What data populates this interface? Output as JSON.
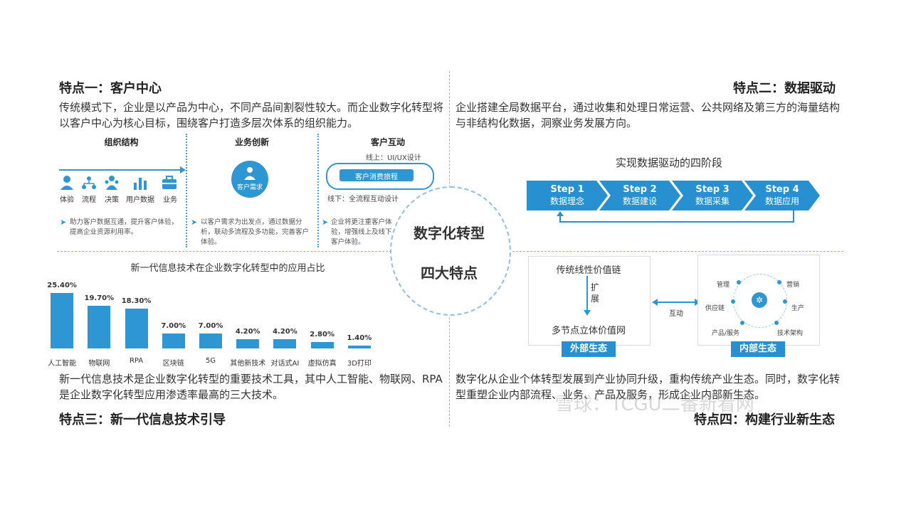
{
  "colors": {
    "accent": "#2790d0",
    "bar": "#2f96d4"
  },
  "features": {
    "f1": {
      "title": "特点一：客户中心",
      "desc": "传统模式下，企业是以产品为中心，不同产品间割裂性较大。而企业数字化转型将以客户中心为核心目标，围绕客户打造多层次体系的组织能力。",
      "org": {
        "heading": "组织结构",
        "icons": [
          {
            "label": "体验",
            "icon": "user-icon"
          },
          {
            "label": "流程",
            "icon": "flow-icon"
          },
          {
            "label": "决策",
            "icon": "decision-icon"
          },
          {
            "label": "用户数据",
            "icon": "bar-data-icon"
          },
          {
            "label": "业务",
            "icon": "briefcase-icon"
          }
        ],
        "note": "助力客户数据互通，提升客户体验，提高企业资源利用率。"
      },
      "biz": {
        "heading": "业务创新",
        "circle_label": "客户需求",
        "note": "以客户需求为出发点，通过数据分析，联动多流程及多功能，完善客户体验。"
      },
      "cust": {
        "heading": "客户互动",
        "online": "线上：UI/UX设计",
        "journey": "客户消费旅程",
        "offline": "线下：全流程互动设计",
        "note": "企业将更注重客户体验，增强线上及线下客户体验。"
      }
    },
    "f2": {
      "title": "特点二：数据驱动",
      "desc": "企业搭建全局数据平台，通过收集和处理日常运营、公共网络及第三方的海量结构与非结构化数据，洞察业务发展方向。",
      "stages_title": "实现数据驱动的四阶段",
      "steps": [
        {
          "label": "Step 1",
          "name": "数据理念"
        },
        {
          "label": "Step 2",
          "name": "数据建设"
        },
        {
          "label": "Step 3",
          "name": "数据采集"
        },
        {
          "label": "Step 4",
          "name": "数据应用"
        }
      ]
    },
    "f3": {
      "title": "特点三：新一代信息技术引导",
      "desc": "新一代信息技术是企业数字化转型的重要技术工具，其中人工智能、物联网、RPA是企业数字化转型应用渗透率最高的三大技术。"
    },
    "f4": {
      "title": "特点四：构建行业新生态",
      "desc": "数字化从企业个体转型发展到产业协同升级，重构传统产业生态。同时，数字化转型重塑企业内部流程、业务、产品及服务，形成企业内部新生态。",
      "left_box": {
        "top": "传统线性价值链",
        "expand": "扩展",
        "bottom": "多节点立体价值网",
        "badge": "外部生态"
      },
      "interact": "互动",
      "right_box": {
        "badge": "内部生态",
        "nodes": [
          "管理",
          "营销",
          "供应链",
          "生产",
          "产品/服务",
          "技术架构"
        ]
      }
    }
  },
  "center": {
    "line1": "数字化转型",
    "line2": "四大特点"
  },
  "watermark": "雪球：TCGU二番新看网",
  "chart_data": {
    "type": "bar",
    "title": "新一代信息技术在企业数字化转型中的应用占比",
    "categories": [
      "人工智能",
      "物联网",
      "RPA",
      "区块链",
      "5G",
      "其他新技术",
      "对话式AI",
      "虚拟仿真",
      "3D打印"
    ],
    "values": [
      25.4,
      19.7,
      18.3,
      7.0,
      7.0,
      4.2,
      4.2,
      2.8,
      1.4
    ],
    "value_labels": [
      "25.40%",
      "19.70%",
      "18.30%",
      "7.00%",
      "7.00%",
      "4.20%",
      "4.20%",
      "2.80%",
      "1.40%"
    ],
    "ylim": [
      0,
      25.4
    ],
    "grid": false
  }
}
